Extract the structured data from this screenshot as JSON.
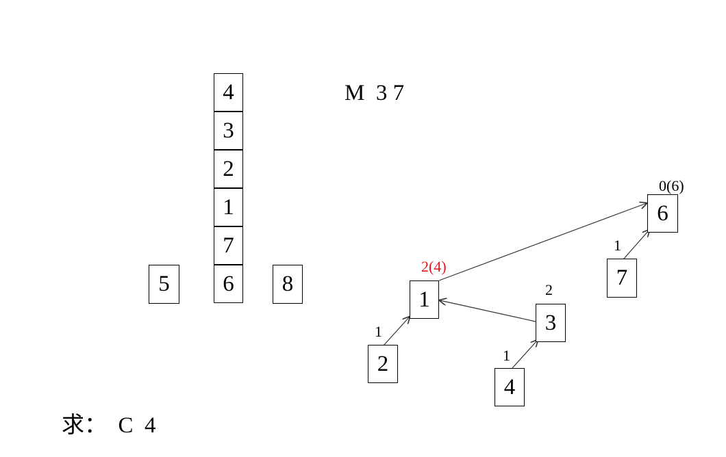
{
  "stack": {
    "labels": [
      "4",
      "3",
      "2",
      "1",
      "7",
      "6"
    ]
  },
  "side_blocks": {
    "left": "5",
    "right": "8"
  },
  "command": "M  3 7",
  "query": "求：  C  4",
  "tree": {
    "nodes": {
      "n1": "1",
      "n2": "2",
      "n3": "3",
      "n4": "4",
      "n6": "6",
      "n7": "7"
    },
    "labels": {
      "n1": "2(4)",
      "n3": "2",
      "n6": "0(6)",
      "e2_1": "1",
      "e4_3": "1",
      "e7_6": "1"
    },
    "highlight_color": "#e8141b"
  }
}
